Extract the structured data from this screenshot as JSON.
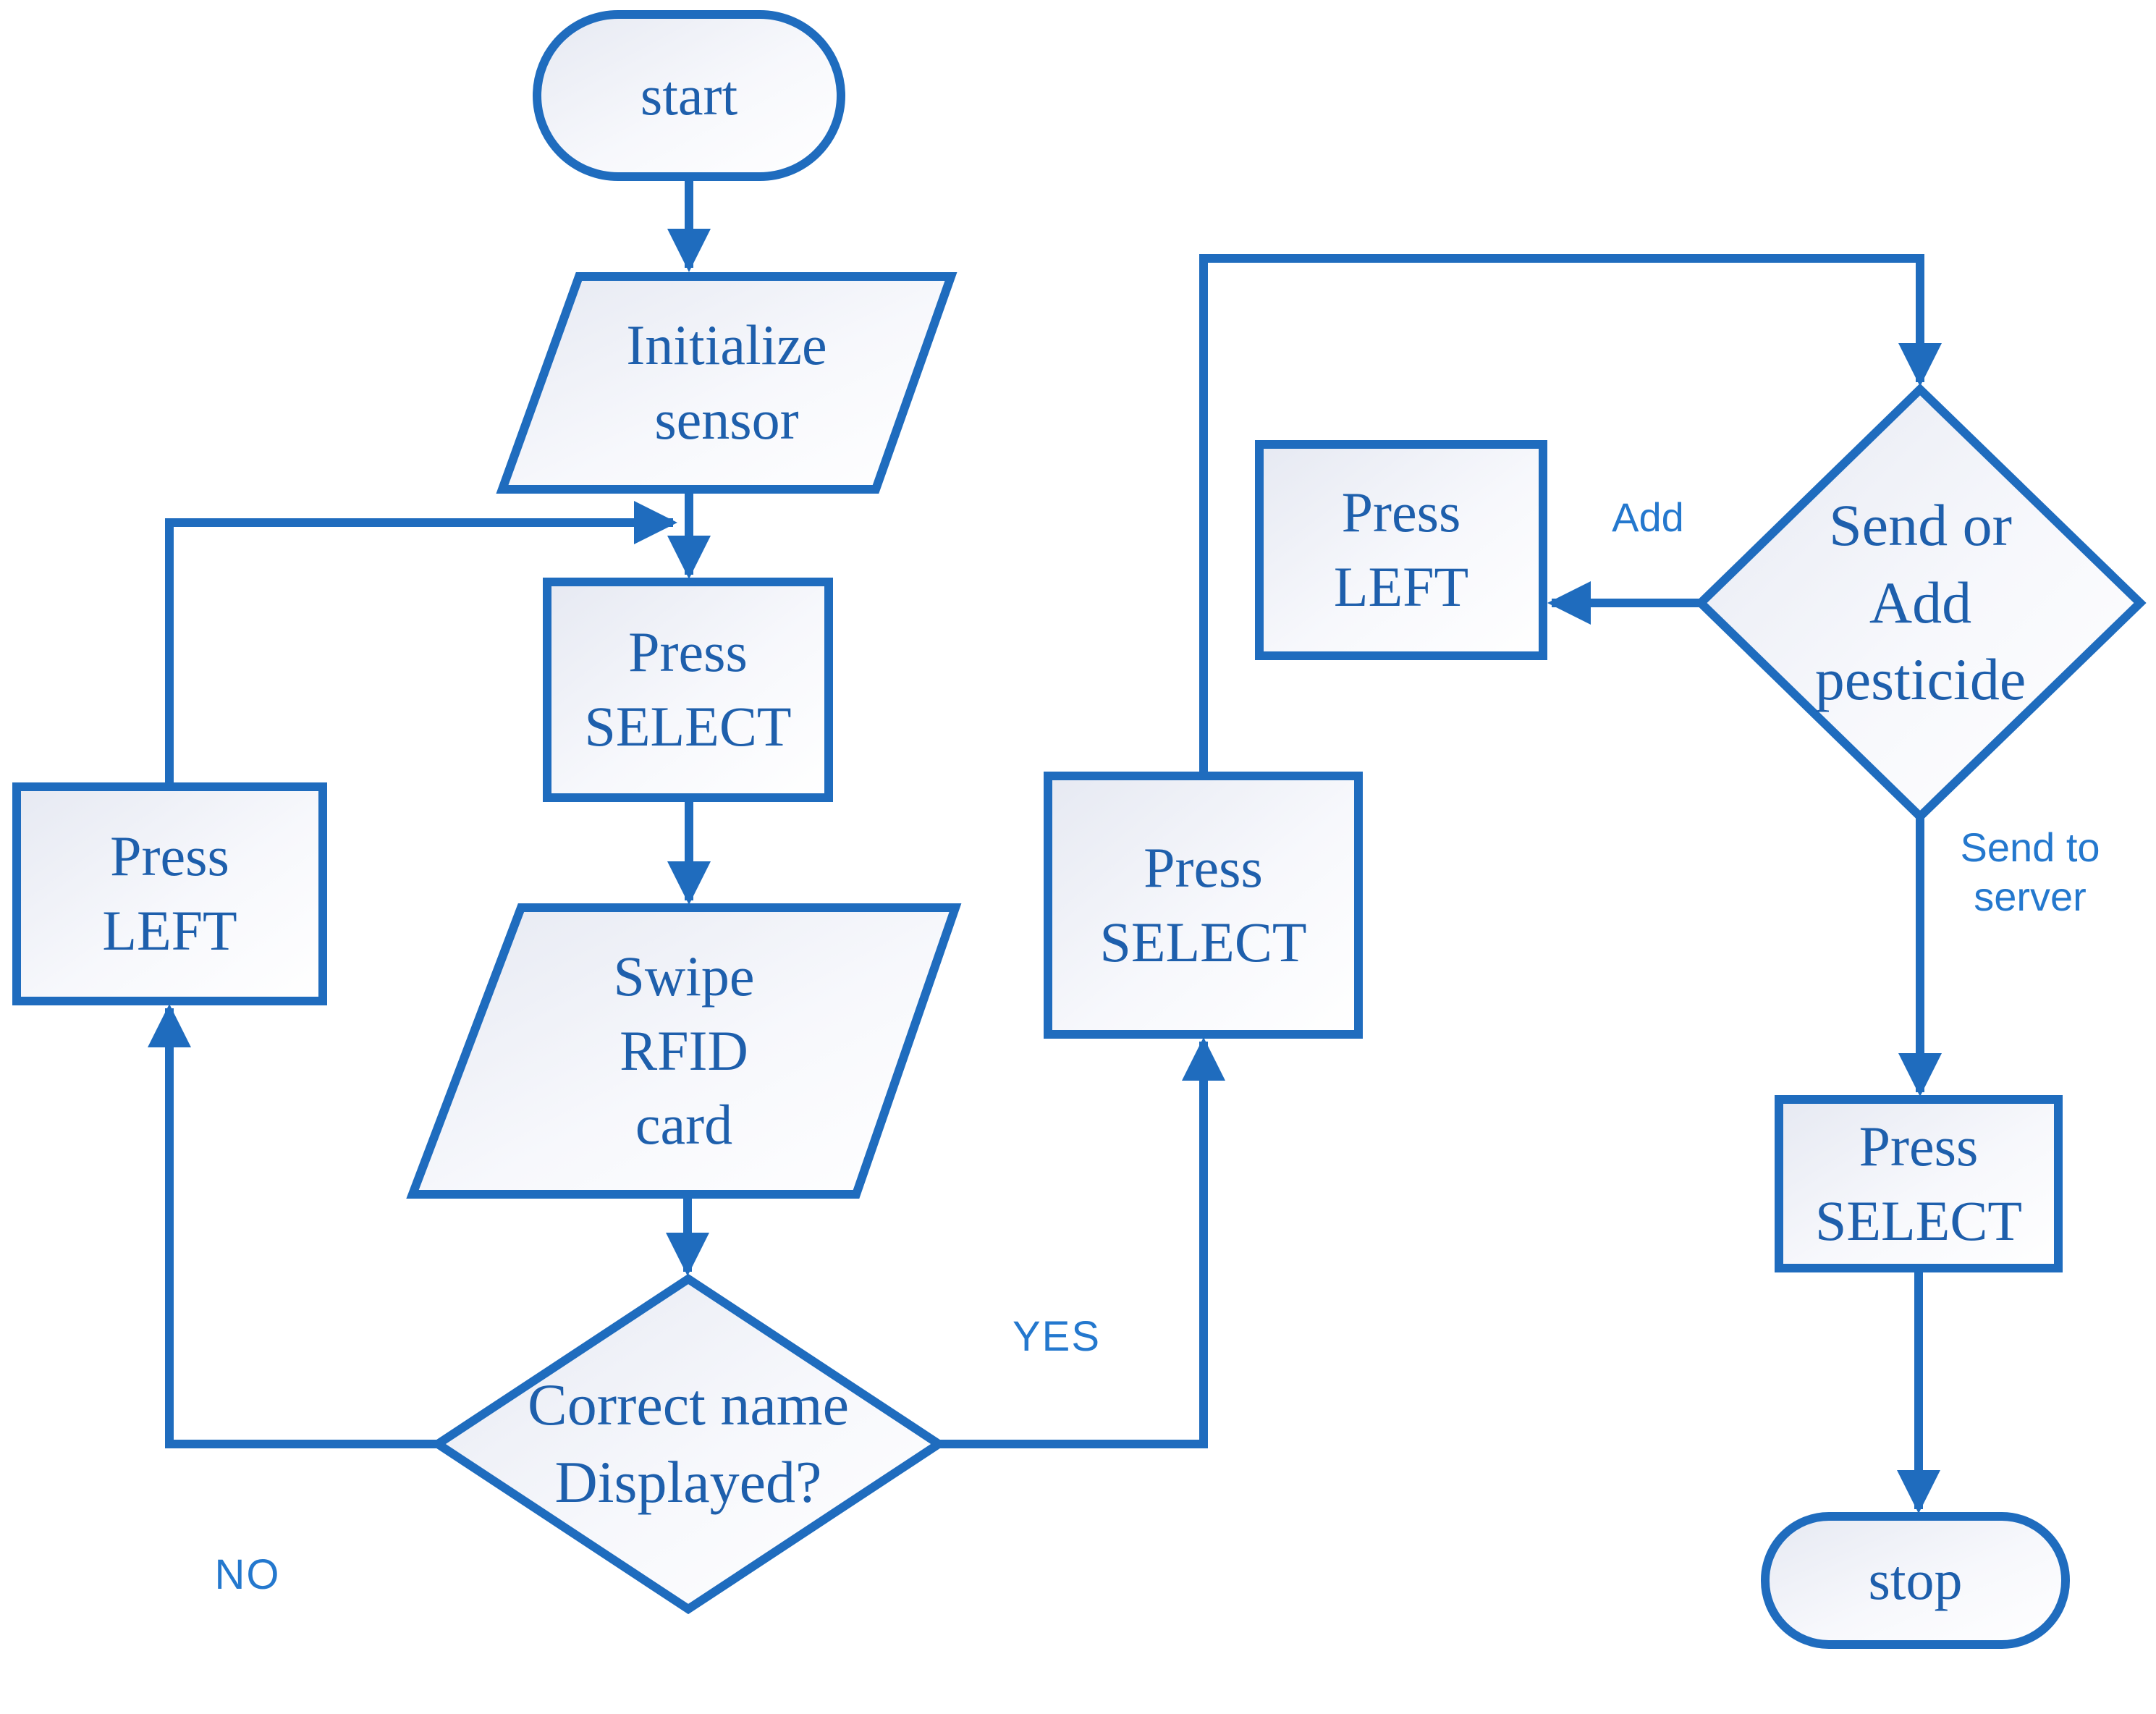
{
  "diagram": {
    "type": "flowchart",
    "colors": {
      "line_stroke": "#1F6CBE",
      "node_text": "#1E5FAC",
      "edge_label_text": "#2478CE",
      "shape_fill_light": "#E6E9F2",
      "shape_fill_white": "#FFFFFF",
      "background": "#FFFFFF"
    },
    "nodes": {
      "start": {
        "type": "terminator",
        "label": "start"
      },
      "initialize_sensor": {
        "type": "input-output",
        "label": "Initialize\nsensor"
      },
      "press_select_1": {
        "type": "process",
        "label": "Press\nSELECT"
      },
      "swipe_rfid": {
        "type": "input-output",
        "label": "Swipe\nRFID\ncard"
      },
      "correct_name": {
        "type": "decision",
        "label": "Correct name\nDisplayed?"
      },
      "press_left_no": {
        "type": "process",
        "label": "Press\nLEFT"
      },
      "press_select_2": {
        "type": "process",
        "label": "Press\nSELECT"
      },
      "send_or_add": {
        "type": "decision",
        "label": "Send or\nAdd\npesticide"
      },
      "press_left_add": {
        "type": "process",
        "label": "Press\nLEFT"
      },
      "press_select_3": {
        "type": "process",
        "label": "Press\nSELECT"
      },
      "stop": {
        "type": "terminator",
        "label": "stop"
      }
    },
    "edge_labels": {
      "yes": "YES",
      "no": "NO",
      "add": "Add",
      "send_to_server": "Send to\nserver"
    },
    "edges": [
      {
        "from": "start",
        "to": "initialize_sensor"
      },
      {
        "from": "initialize_sensor",
        "to": "press_select_1"
      },
      {
        "from": "press_left_no",
        "to": "press_select_1",
        "note": "loop joins arrow into press_select_1"
      },
      {
        "from": "press_select_1",
        "to": "swipe_rfid"
      },
      {
        "from": "swipe_rfid",
        "to": "correct_name"
      },
      {
        "from": "correct_name",
        "to": "press_left_no",
        "label": "NO"
      },
      {
        "from": "correct_name",
        "to": "press_select_2",
        "label": "YES"
      },
      {
        "from": "press_select_2",
        "to": "send_or_add"
      },
      {
        "from": "send_or_add",
        "to": "press_left_add",
        "label": "Add"
      },
      {
        "from": "send_or_add",
        "to": "press_select_3",
        "label": "Send to server"
      },
      {
        "from": "press_select_3",
        "to": "stop"
      }
    ]
  }
}
